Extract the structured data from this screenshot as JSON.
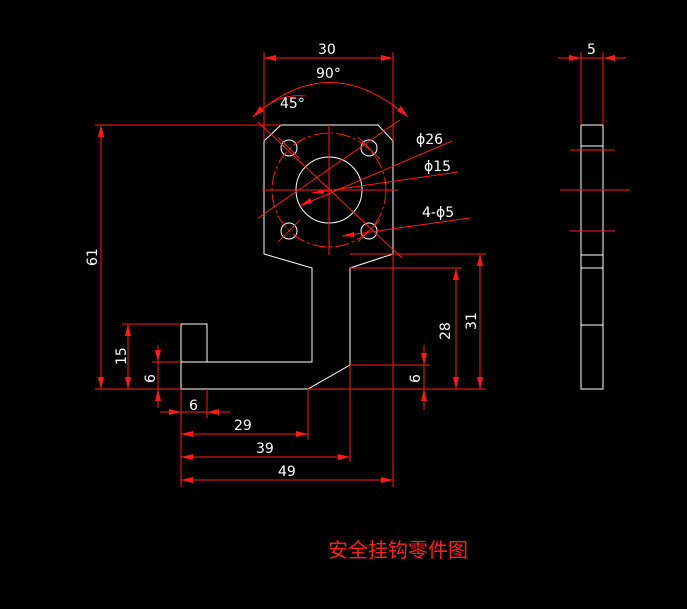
{
  "drawing": {
    "title": "安全挂钩零件图",
    "dimensions": {
      "top_width": "30",
      "angle_total": "90°",
      "angle_chamfer": "45°",
      "dia_26": "ϕ26",
      "dia_15": "ϕ15",
      "holes": "4-ϕ5",
      "side_thickness": "5",
      "overall_height": "61",
      "left_lip_height": "15",
      "left_gap": "6",
      "lip_width": "6",
      "x_29": "29",
      "x_39": "39",
      "x_49": "49",
      "right_28": "28",
      "right_31": "31",
      "right_6": "6"
    }
  }
}
